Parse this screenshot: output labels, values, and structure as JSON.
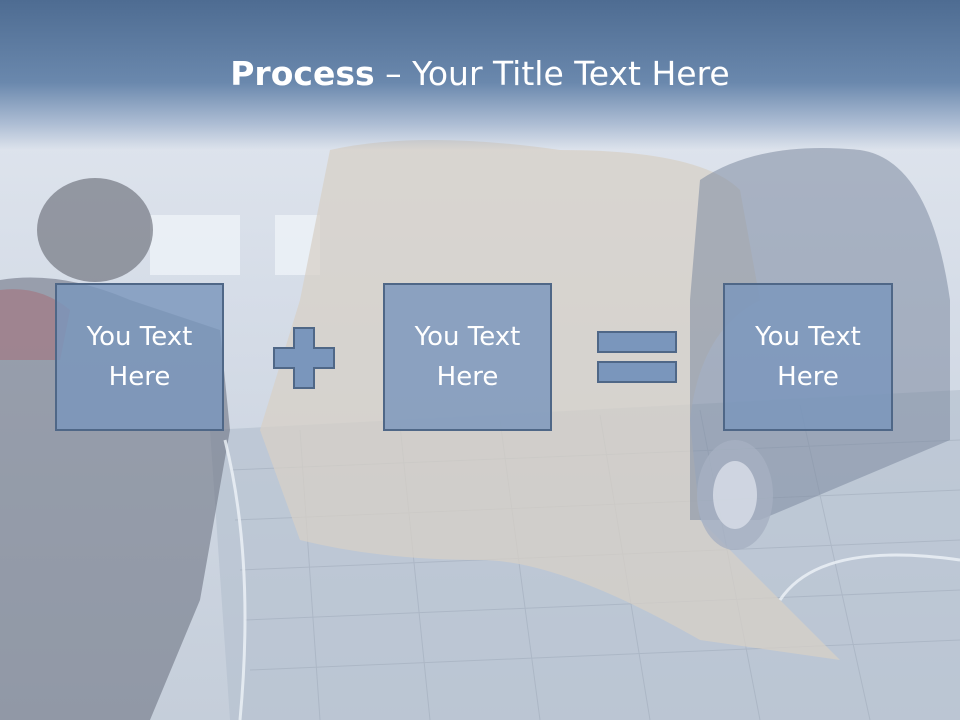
{
  "slide": {
    "title_bold": "Process",
    "title_rest": " – Your Title Text Here",
    "boxes": [
      {
        "text": "You Text Here"
      },
      {
        "text": "You Text Here"
      },
      {
        "text": "You Text Here"
      }
    ],
    "operators": [
      "plus-icon",
      "equals-icon"
    ],
    "colors": {
      "header": "#5a7aa0",
      "box_fill": "#7a96bc",
      "box_border": "#4f6787",
      "text": "#ffffff"
    }
  }
}
